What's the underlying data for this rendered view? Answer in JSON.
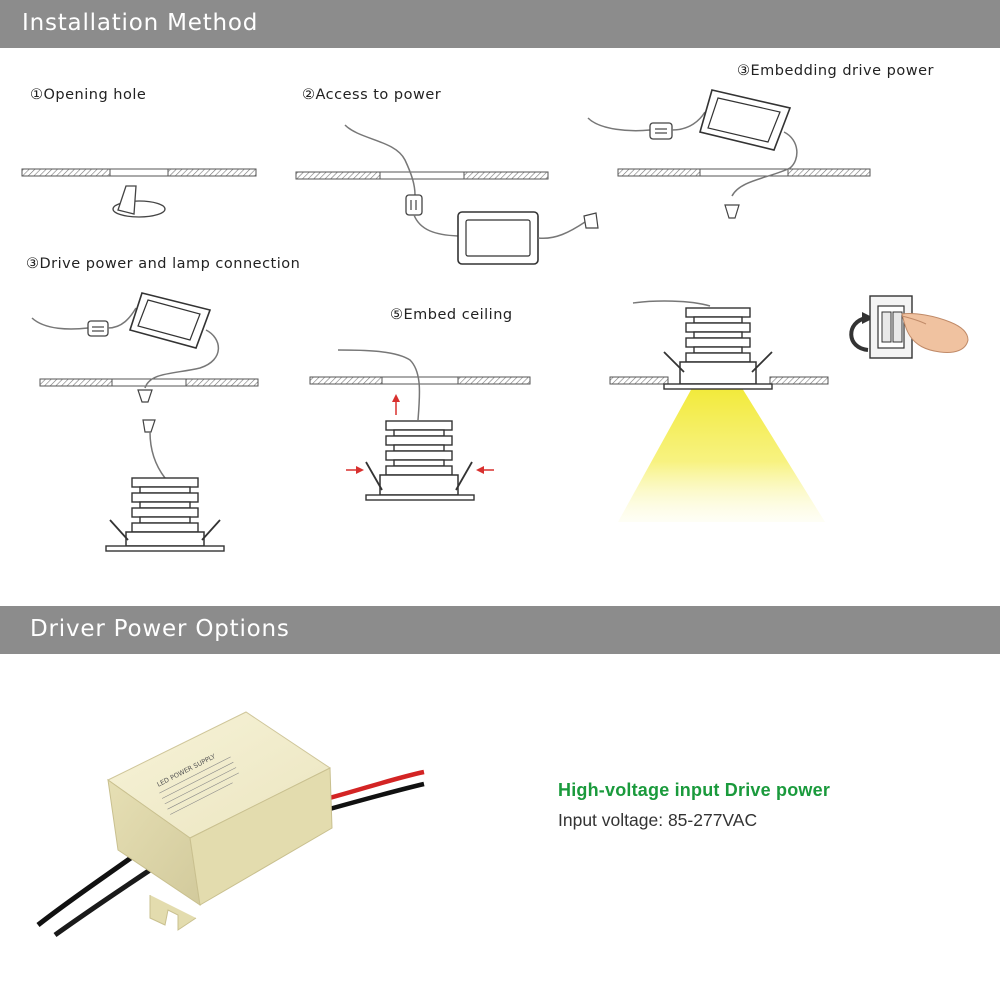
{
  "install": {
    "title": "Installation Method",
    "steps": [
      {
        "label": "①Opening hole"
      },
      {
        "label": "②Access to power"
      },
      {
        "label": "③Embedding drive power"
      },
      {
        "label": "③Drive power and lamp connection"
      },
      {
        "label": "⑤Embed ceiling"
      }
    ]
  },
  "driver": {
    "title": "Driver Power Options",
    "product_title": "High-voltage input Drive power",
    "input_voltage": "Input voltage: 85-277VAC",
    "label_text": "LED POWER SUPPLY"
  },
  "colors": {
    "header_bg": "#8c8c8c",
    "accent_green": "#1a9a3c",
    "light_beam": "#f6f06a"
  }
}
